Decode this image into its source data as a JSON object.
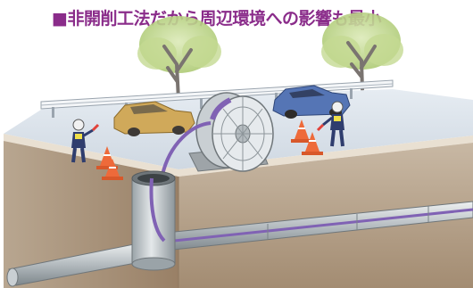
{
  "heading": "■非開削工法だから周辺環境への影響も最小",
  "colors": {
    "heading": "#8a2c8a",
    "road": "#dfe6ee",
    "soil": "#b09a82",
    "cable": "#8062b4",
    "car_left": "#d0a95a",
    "car_right": "#5575b5",
    "cone": "#ee6a3a",
    "foliage": "#bcd68a"
  },
  "icons": [
    "tree",
    "guardrail",
    "car",
    "cable-reel",
    "worker",
    "traffic-cone",
    "manhole-shaft",
    "conduit-pipe"
  ]
}
